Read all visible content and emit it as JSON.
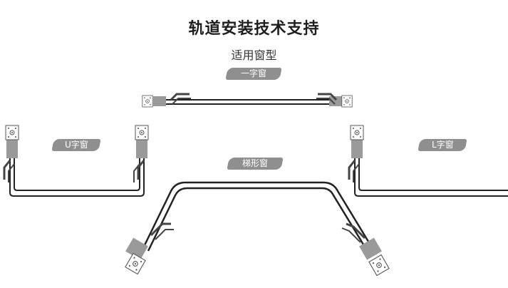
{
  "title": "轨道安装技术支持",
  "subtitle": "适用窗型",
  "window_types": [
    {
      "label": "一字窗"
    },
    {
      "label": "U字窗"
    },
    {
      "label": "梯形窗"
    },
    {
      "label": "L字窗"
    }
  ],
  "colors": {
    "pill_bg": "#8f8f8f",
    "rail": "#222222",
    "bracket": "#9a9a9a",
    "title": "#1e1e1e"
  }
}
